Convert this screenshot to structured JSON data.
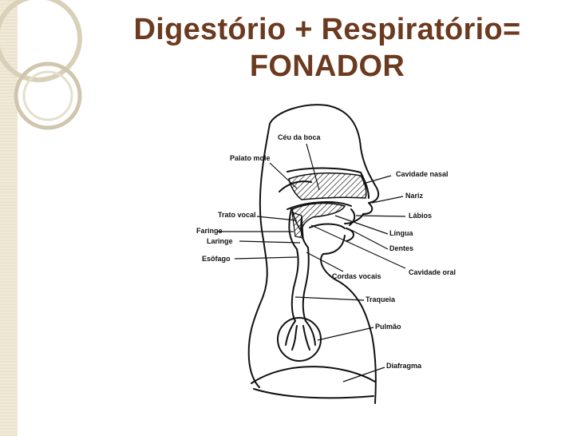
{
  "title": {
    "line1": "Digestório + Respiratório=",
    "line2": "FONADOR"
  },
  "colors": {
    "title": "#6b3a1f",
    "stripe": "#f2ead6",
    "ring": "#cfc6ad"
  },
  "labels": {
    "ceu_da_boca": "Céu da boca",
    "palato_mole": "Palato mole",
    "cavidade_nasal": "Cavidade nasal",
    "nariz": "Nariz",
    "labios": "Lábios",
    "trato_vocal": "Trato vocal",
    "faringe": "Faringe",
    "laringe": "Laringe",
    "lingua": "Língua",
    "dentes": "Dentes",
    "esofago": "Esôfago",
    "cavidade_oral": "Cavidade oral",
    "cordas_vocais": "Cordas vocais",
    "traqueia": "Traqueia",
    "pulmao": "Pulmão",
    "diafragma": "Diafragma"
  }
}
